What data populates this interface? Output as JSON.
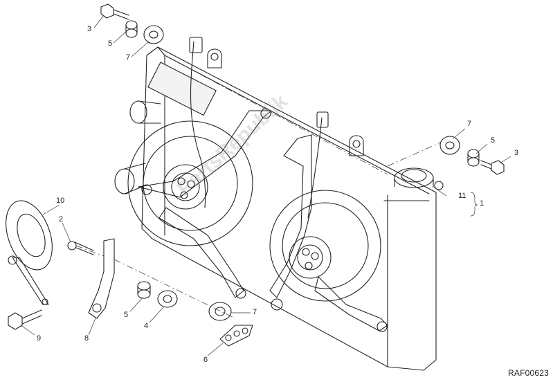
{
  "callouts": {
    "c3_top": "3",
    "c5_top": "5",
    "c7_top": "7",
    "c7_right": "7",
    "c5_right": "5",
    "c3_right": "3",
    "c11": "11",
    "c1": "1",
    "c10": "10",
    "c2": "2",
    "c9": "9",
    "c8": "8",
    "c5_bottom": "5",
    "c4": "4",
    "c7_bottom": "7",
    "c6": "6"
  },
  "reference_code": "RAF00623",
  "watermark": "PartsRepublik"
}
